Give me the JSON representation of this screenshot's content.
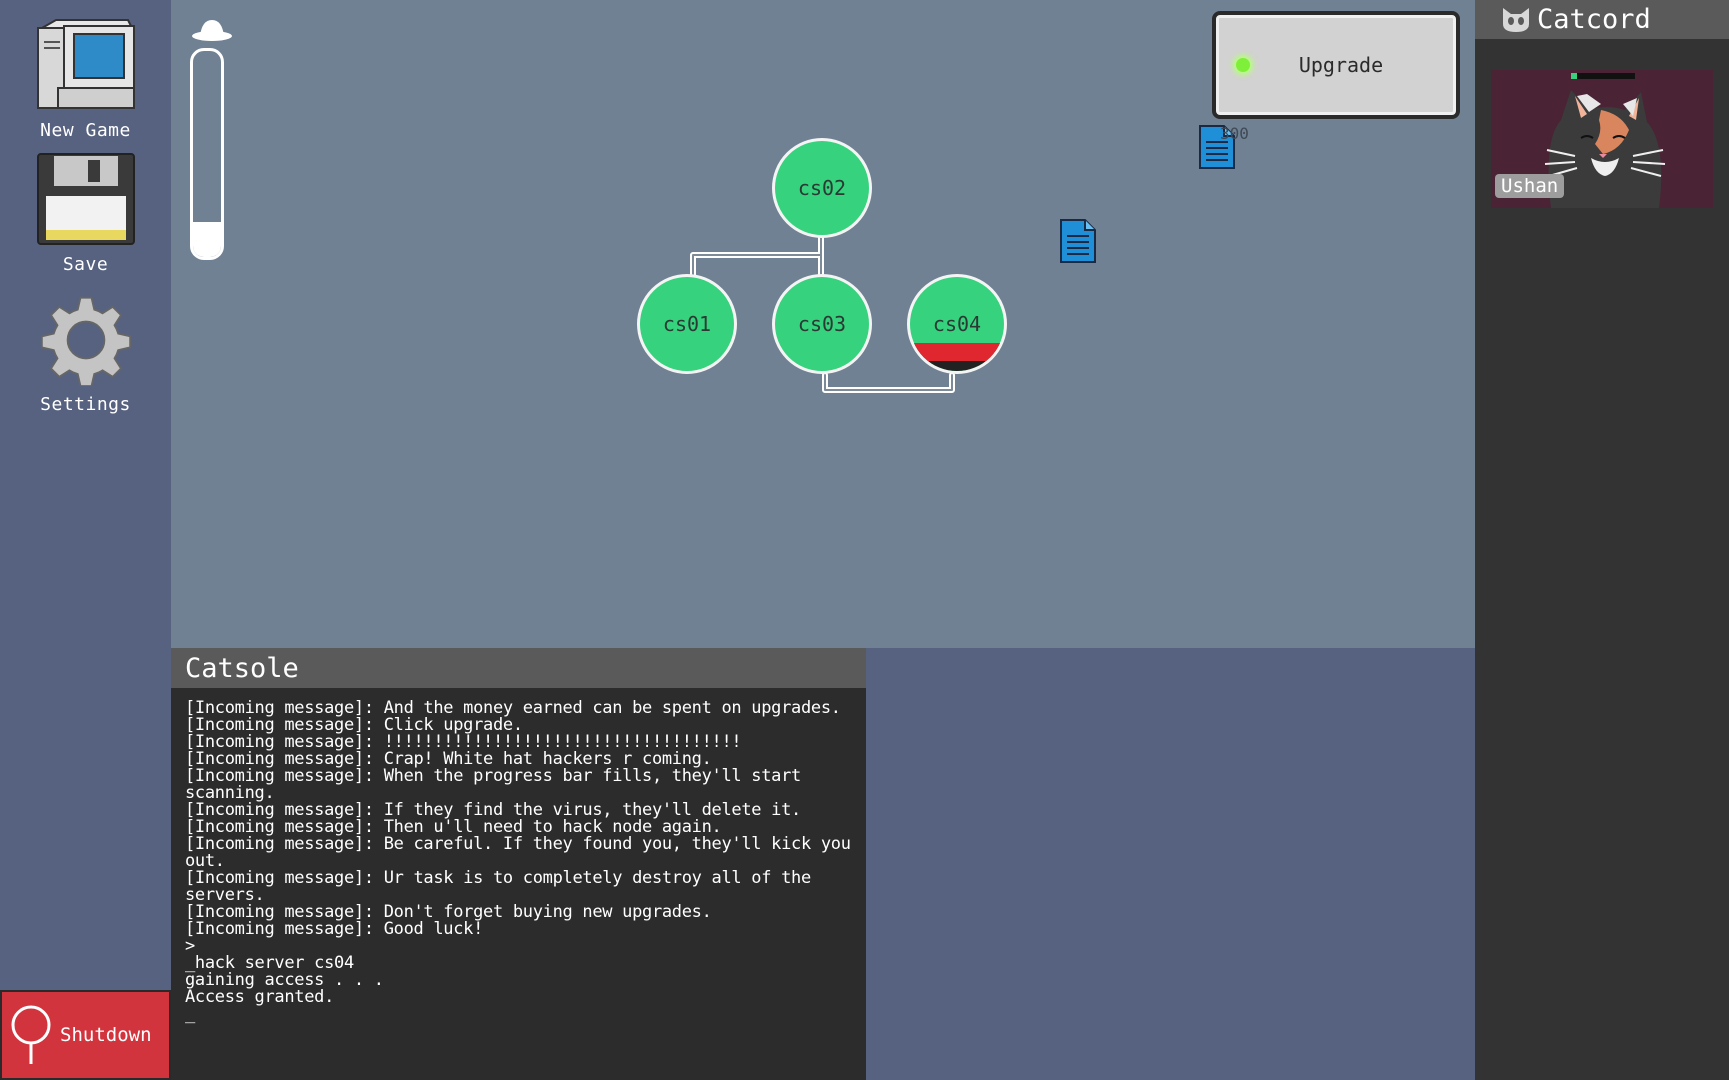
{
  "sidebar": {
    "new_game_label": "New Game",
    "save_label": "Save",
    "settings_label": "Settings",
    "shutdown_label": "Shutdown"
  },
  "progress": {
    "fraction": 0.17
  },
  "network": {
    "nodes": [
      {
        "id": "cs02",
        "label": "cs02",
        "damage": 0
      },
      {
        "id": "cs01",
        "label": "cs01",
        "damage": 0
      },
      {
        "id": "cs03",
        "label": "cs03",
        "damage": 0
      },
      {
        "id": "cs04",
        "label": "cs04",
        "damage": 0.3
      }
    ]
  },
  "upgrade": {
    "label": "Upgrade"
  },
  "money": {
    "value": "300"
  },
  "catcord": {
    "title": "Catcord",
    "contact": {
      "name": "Ushan",
      "status_fraction": 0.1
    }
  },
  "catsole": {
    "title": "Catsole",
    "lines": [
      "[Incoming message]: And the money earned can be spent on upgrades.",
      "[Incoming message]: Click upgrade.",
      "[Incoming message]: !!!!!!!!!!!!!!!!!!!!!!!!!!!!!!!!!!!!",
      "[Incoming message]: Crap! White hat hackers r coming.",
      "[Incoming message]: When the progress bar fills, they'll start scanning.",
      "[Incoming message]: If they find the virus, they'll delete it.",
      "[Incoming message]: Then u'll need to hack node again.",
      "[Incoming message]: Be careful. If they found you, they'll kick you out.",
      "[Incoming message]: Ur task is to completely destroy all of the servers.",
      "[Incoming message]: Don't forget buying new upgrades.",
      "[Incoming message]: Good luck!",
      ">",
      "_hack server cs04",
      "gaining access . . .",
      "Access granted.",
      "_"
    ]
  },
  "colors": {
    "node": "#36d27e",
    "node_damage": "#e0262f",
    "shutdown": "#d2343d",
    "game_bg": "#6f8193",
    "desktop_bg": "#56627f"
  }
}
